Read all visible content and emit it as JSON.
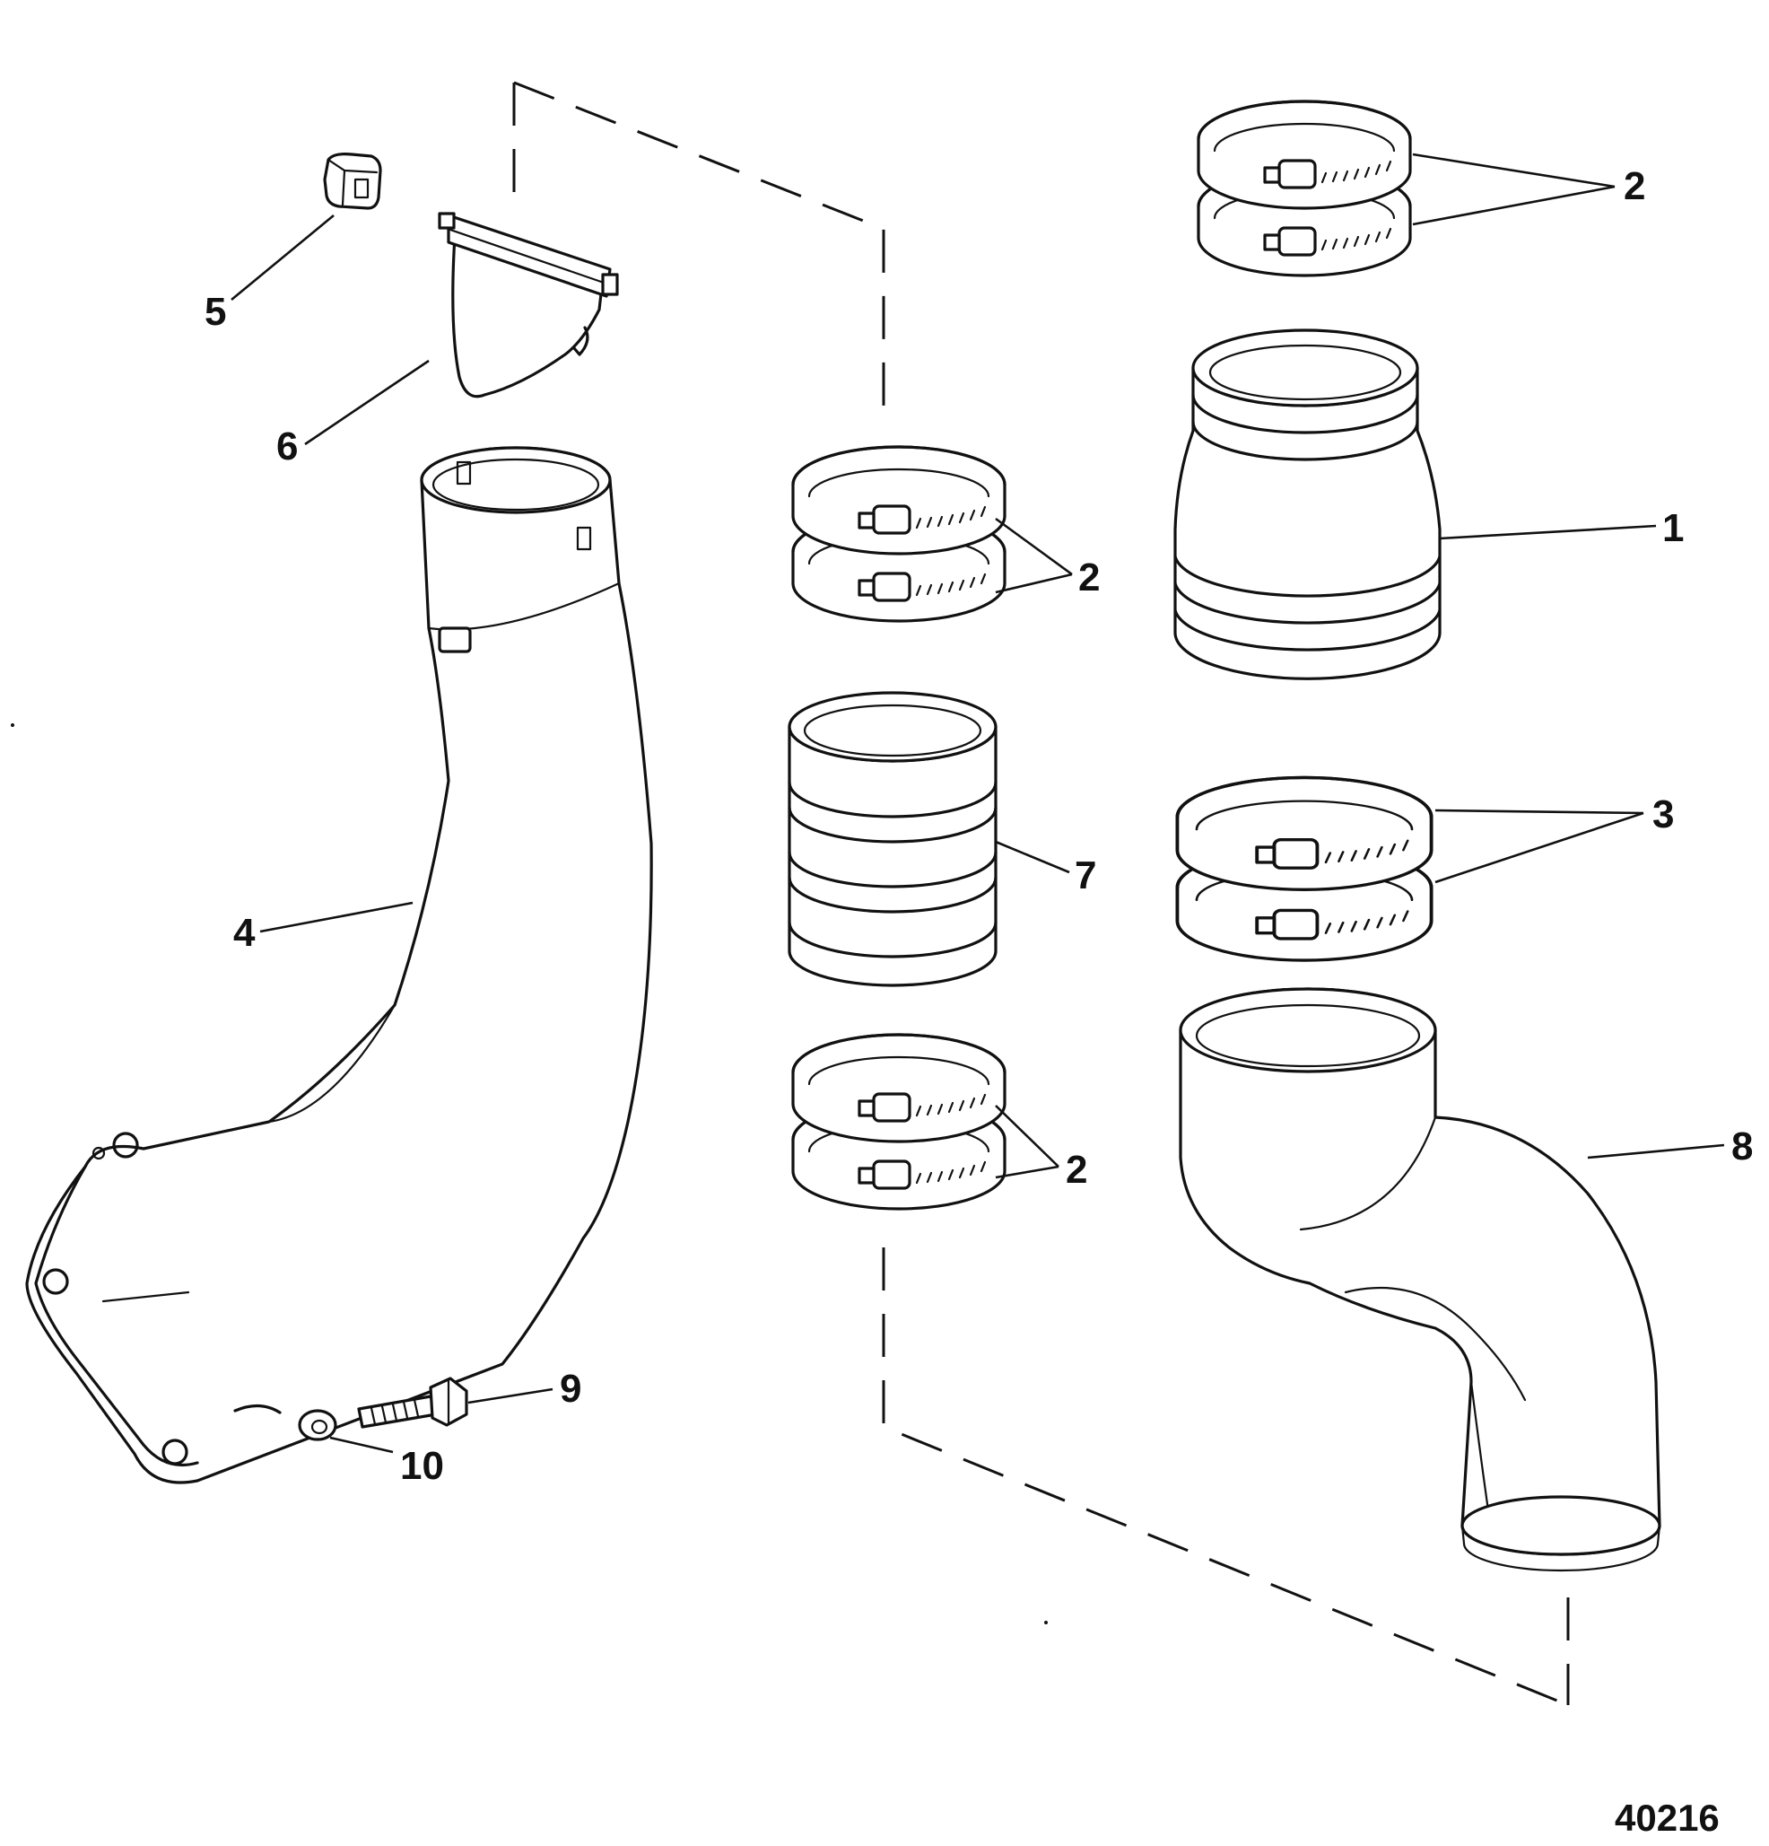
{
  "callouts": {
    "c1": "1",
    "c2a": "2",
    "c2b": "2",
    "c2c": "2",
    "c3": "3",
    "c4": "4",
    "c5": "5",
    "c6": "6",
    "c7": "7",
    "c8": "8",
    "c9": "9",
    "c10": "10"
  },
  "figure_number": "40216"
}
